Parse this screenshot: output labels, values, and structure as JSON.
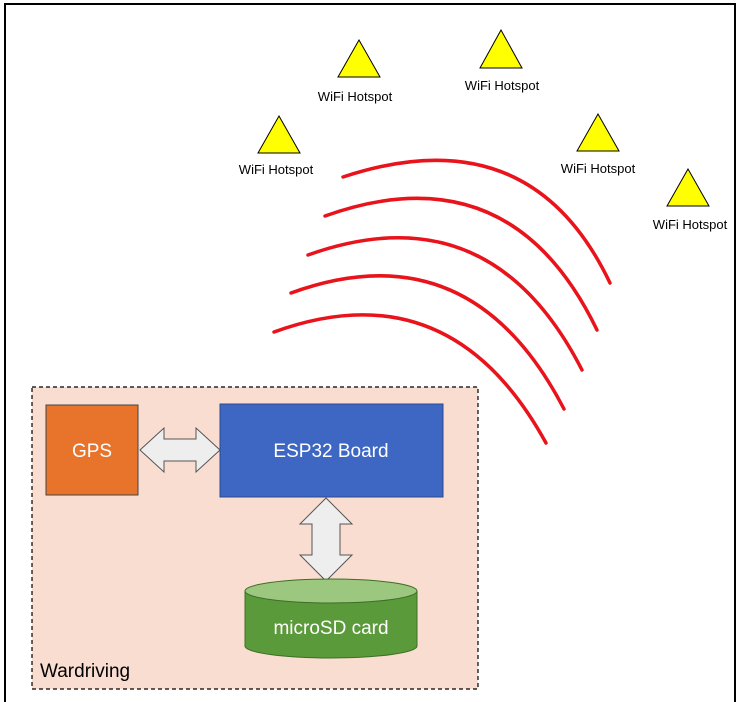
{
  "hotspots": [
    {
      "label": "WiFi Hotspot"
    },
    {
      "label": "WiFi Hotspot"
    },
    {
      "label": "WiFi Hotspot"
    },
    {
      "label": "WiFi Hotspot"
    },
    {
      "label": "WiFi Hotspot"
    }
  ],
  "blocks": {
    "gps": "GPS",
    "esp32": "ESP32 Board",
    "microsd": "microSD card"
  },
  "group_label": "Wardriving",
  "colors": {
    "hotspot_fill": "#ffff00",
    "signal_arc": "#e8131b",
    "gps_fill": "#e8732b",
    "esp32_fill": "#3d67c2",
    "microsd_fill": "#5b9a3a",
    "group_fill": "#f9ddd0",
    "arrow_fill": "#eeeeee"
  }
}
